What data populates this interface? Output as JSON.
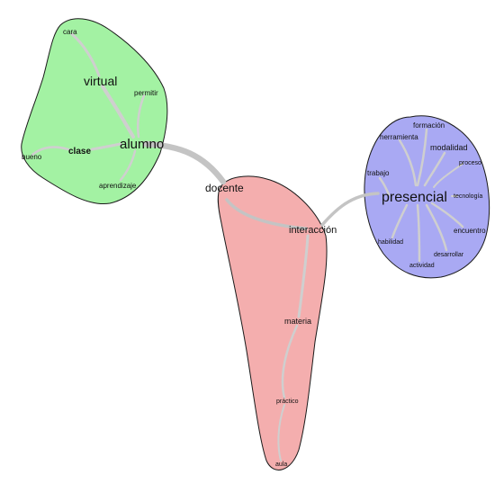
{
  "colors": {
    "green_cluster": "#a3f2a3",
    "red_cluster": "#f4aeae",
    "blue_cluster": "#a9a9f3",
    "edge": "#c4c4c4"
  },
  "clusters": {
    "green": {
      "hub": "alumno",
      "words": [
        "cara",
        "virtual",
        "permitir",
        "clase",
        "bueno",
        "aprendizaje"
      ]
    },
    "red": {
      "hub": "docente",
      "words": [
        "interacción",
        "materia",
        "práctico",
        "aula"
      ]
    },
    "blue": {
      "hub": "presencial",
      "words": [
        "formación",
        "herramienta",
        "modalidad",
        "proceso",
        "trabajo",
        "tecnología",
        "encuentro",
        "habilidad",
        "desarrollar",
        "actividad"
      ]
    }
  }
}
